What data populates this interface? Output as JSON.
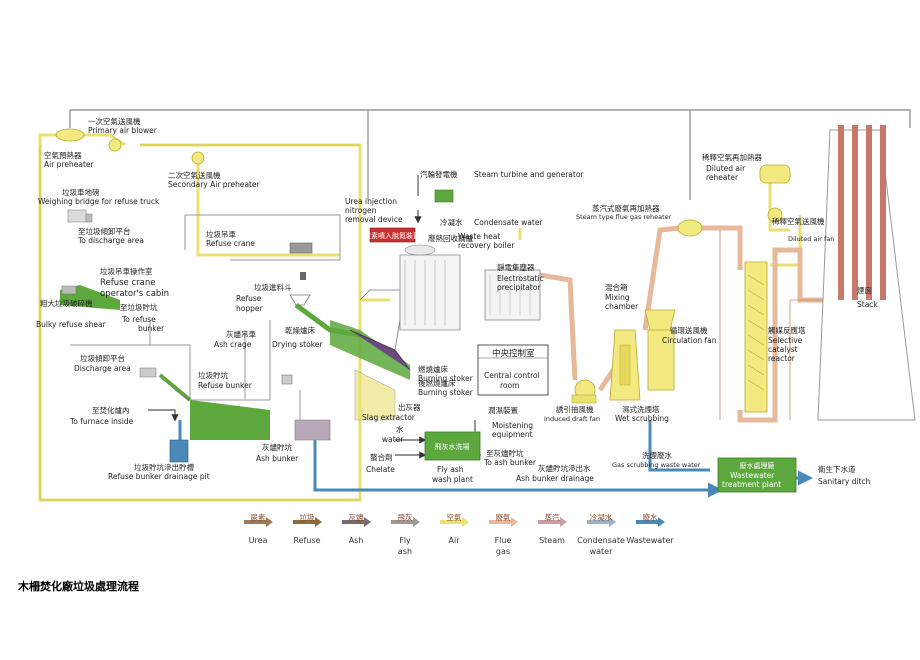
{
  "caption": "木柵焚化廠垃圾處理流程",
  "labels": {
    "primary_blower_zh": "一次空氣送風機",
    "primary_blower_en": "Primary air blower",
    "air_preheater_zh": "空氣預熱器",
    "air_preheater_en": "Air preheater",
    "secondary_preheater_zh": "二次空氣送風機",
    "secondary_preheater_en": "Secondary Air preheater",
    "weighing_zh": "垃圾車地磅",
    "weighing_en": "Weighing bridge for refuse truck",
    "discharge_area_zh": "至垃圾傾卸平台",
    "discharge_area_en": "To discharge area",
    "refuse_crane_zh": "垃圾吊車",
    "refuse_crane_en": "Refuse crane",
    "operator_zh": "垃圾吊車操作室",
    "operator_en1": "Refuse crane",
    "operator_en2": "operator's cabin",
    "bulky_zh": "粗大垃圾破碎機",
    "bulky_en": "Bulky refuse shear",
    "to_bunker_zh": "至垃圾貯坑",
    "to_bunker_en1": "To refuse",
    "to_bunker_en2": "bunker",
    "discharge_zh": "垃圾傾卸平台",
    "discharge_en": "Discharge area",
    "refuse_bunker_zh": "垃圾貯坑",
    "refuse_bunker_en": "Refuse bunker",
    "furnace_zh": "至焚化爐內",
    "furnace_en": "To furnace inside",
    "drainage_pit_zh": "垃圾貯坑滲出貯槽",
    "drainage_pit_en": "Refuse bunker drainage pit",
    "hopper_zh": "垃圾進料斗",
    "hopper_en1": "Refuse",
    "hopper_en2": "hopper",
    "ash_crane_zh": "灰燼吊車",
    "ash_crane_en": "Ash crage",
    "drying_zh": "乾燥爐床",
    "drying_en": "Drying stoker",
    "ash_bunker_zh": "灰燼貯坑",
    "ash_bunker_en": "Ash bunker",
    "urea_en1": "Urea injection",
    "urea_en2": "nitrogen",
    "urea_en3": "removal device",
    "urea_box_zh": "尿素噴入脫氮裝置",
    "boiler_zh": "廢熱回收鍋爐",
    "boiler_en1": "Waste heat",
    "boiler_en2": "recovery boiler",
    "turbine_zh": "汽輪發電機",
    "turbine_en": "Steam turbine and generator",
    "condensate_zh": "冷凝水",
    "condensate_en": "Condensate water",
    "esp_zh": "靜電集塵器",
    "esp_en1": "Electrostatic",
    "esp_en2": "precipitator",
    "control_zh": "中央控制室",
    "control_en1": "Central control",
    "control_en2": "room",
    "burning_zh": "燃燒爐床",
    "burning_en": "Burning stoker",
    "post_zh": "後燃燒爐床",
    "post_en": "Burning stoker",
    "slag_zh": "出灰器",
    "slag_en": "Slag extractor",
    "water_zh": "水",
    "water_en": "water",
    "chelate_zh": "螯合劑",
    "chelate_en": "Chelate",
    "flyash_box_zh": "飛灰水洗場",
    "flyash_en1": "Fly ash",
    "flyash_en2": "wash plant",
    "moist_zh": "潤濕裝置",
    "moist_en1": "Moistening",
    "moist_en2": "equipment",
    "to_ash_zh": "至灰燼貯坑",
    "to_ash_en": "To ash bunker",
    "ash_drain_zh": "灰燼貯坑滲出水",
    "ash_drain_en": "Ash bunker drainage",
    "idf_zh": "誘引抽風機",
    "idf_en": "Induced draft fan",
    "mixing_zh": "混合箱",
    "mixing_en1": "Mixing",
    "mixing_en2": "chamber",
    "wet_zh": "濕式洗煙塔",
    "wet_en": "Wet scrubbing",
    "circ_zh": "循環送風機",
    "circ_en": "Circulation fan",
    "steam_reheater_zh": "蒸汽式廢氣再加熱器",
    "steam_reheater_en": "Steam type flue gas reheater",
    "diluted_reheater_zh": "稀釋空氣再加熱器",
    "diluted_reheater_en1": "Diluted air",
    "diluted_reheater_en2": "reheater",
    "diluted_fan_zh": "稀釋空氣送風機",
    "diluted_fan_en": "Diluted air fan",
    "scr_zh": "觸媒反應塔",
    "scr_en1": "Selective",
    "scr_en2": "catalyst",
    "scr_en3": "reactor",
    "stack_zh": "煙囪",
    "stack_en": "Stack",
    "scrub_water_zh": "洗煙廢水",
    "scrub_water_en": "Gas scrubbing waste water",
    "wwtp_box_zh": "廢水處理廠",
    "wwtp_en1": "Wastewater",
    "wwtp_en2": "treatment plant",
    "sewer_zh": "衛生下水道",
    "sewer_en": "Sanitary ditch"
  },
  "legend": [
    {
      "zh": "尿素",
      "en": "Urea",
      "color": "#9b7a5a"
    },
    {
      "zh": "垃圾",
      "en": "Refuse",
      "color": "#8b6b3e"
    },
    {
      "zh": "灰燼",
      "en": "Ash",
      "color": "#7a6a6a"
    },
    {
      "zh": "飛灰",
      "en": "Fly ash",
      "color": "#a09890"
    },
    {
      "zh": "空氣",
      "en": "Air",
      "color": "#e8e070"
    },
    {
      "zh": "廢氣",
      "en": "Flue gas",
      "color": "#e8b89a"
    },
    {
      "zh": "蒸汽",
      "en": "Steam",
      "color": "#c9a0a0"
    },
    {
      "zh": "冷凝水",
      "en": "Condensate water",
      "color": "#9ab0c8"
    },
    {
      "zh": "廢水",
      "en": "Wastewater",
      "color": "#4a88b8"
    }
  ],
  "colors": {
    "air": "#e8e070",
    "flue": "#e8b89a",
    "green": "#5ca83c",
    "water": "#4a88b8",
    "pipe": "#9a9a9a",
    "dark": "#333333"
  }
}
